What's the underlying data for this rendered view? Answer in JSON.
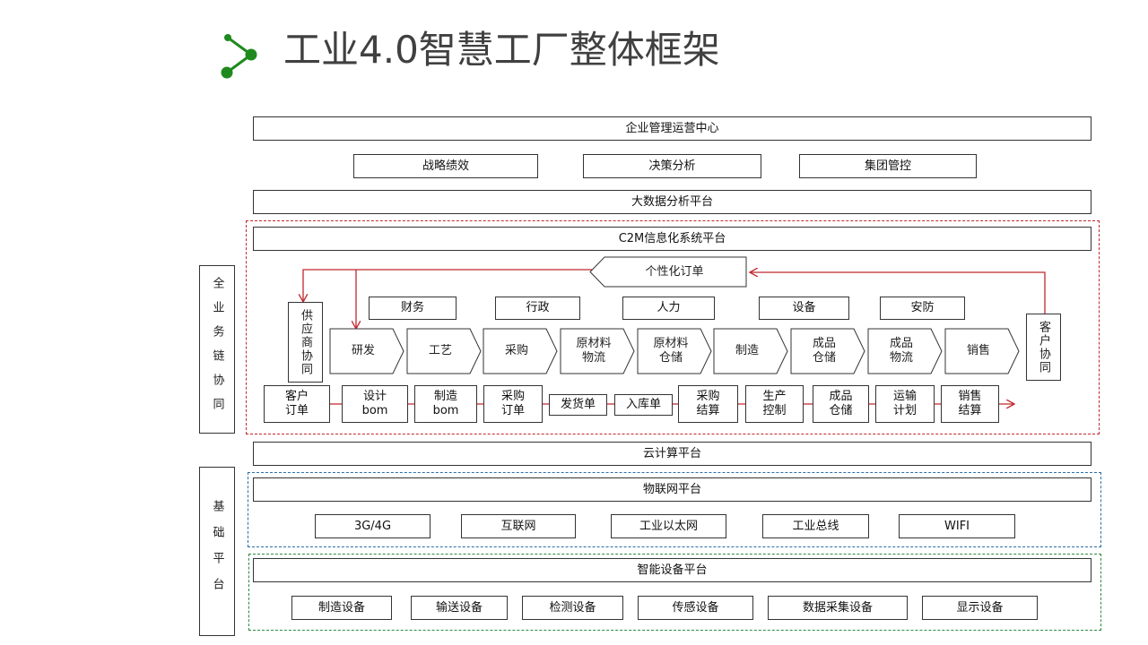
{
  "title": "工业4.0智慧工厂整体框架",
  "top": {
    "ops_center": "企业管理运营中心",
    "ops_items": [
      "战略绩效",
      "决策分析",
      "集团管控"
    ],
    "bigdata": "大数据分析平台"
  },
  "c2m": {
    "platform": "C2M信息化系统平台",
    "personal_order": "个性化订单",
    "supplier": "供应商协同",
    "customer": "客户协同",
    "functions": [
      "财务",
      "行政",
      "人力",
      "设备",
      "安防"
    ],
    "process": [
      "研发",
      "工艺",
      "采购",
      "原材料\n物流",
      "原材料\n仓储",
      "制造",
      "成品\n仓储",
      "成品\n物流",
      "销售"
    ],
    "flow": [
      "客户\n订单",
      "设计\nbom",
      "制造\nbom",
      "采购\n订单",
      "发货单",
      "入库单",
      "采购\n结算",
      "生产\n控制",
      "成品\n仓储",
      "运输\n计划",
      "销售\n结算"
    ]
  },
  "side_labels": {
    "business": "全业务链协同",
    "foundation": "基础平台"
  },
  "cloud": "云计算平台",
  "iot": {
    "platform": "物联网平台",
    "items": [
      "3G/4G",
      "互联网",
      "工业以太网",
      "工业总线",
      "WIFI"
    ]
  },
  "smart": {
    "platform": "智能设备平台",
    "items": [
      "制造设备",
      "输送设备",
      "检测设备",
      "传感设备",
      "数据采集设备",
      "显示设备"
    ]
  },
  "colors": {
    "red": "#c0282d",
    "blue": "#2a6fa8",
    "green": "#2e8b3e",
    "logo": "#1e8a1e"
  }
}
